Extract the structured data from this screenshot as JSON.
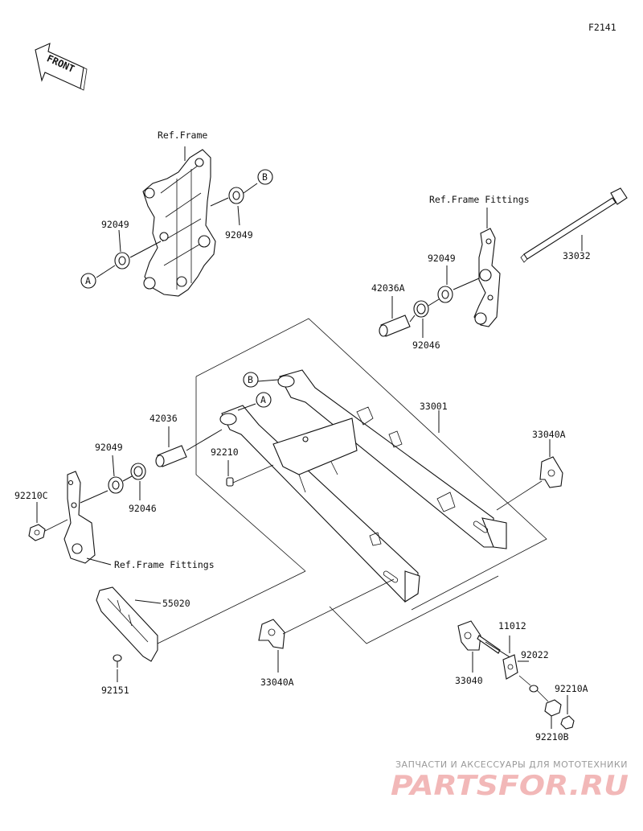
{
  "diagram_code": "F2141",
  "front_label": "FRONT",
  "labels": {
    "ref_frame": "Ref.Frame",
    "ref_frame_fittings_top": "Ref.Frame Fittings",
    "ref_frame_fittings_left": "Ref.Frame Fittings",
    "p92049_a": "92049",
    "p92049_b": "92049",
    "p92049_c": "92049",
    "p92049_d": "92049",
    "p33032": "33032",
    "p42036a": "42036A",
    "p92046_a": "92046",
    "p92046_b": "92046",
    "p33001": "33001",
    "p33040a_right": "33040A",
    "p33040a_bottom": "33040A",
    "p42036": "42036",
    "p92210": "92210",
    "p92210c": "92210C",
    "p55020": "55020",
    "p92151": "92151",
    "p11012": "11012",
    "p92022": "92022",
    "p33040": "33040",
    "p92210a": "92210A",
    "p92210b": "92210B"
  },
  "callouts": {
    "a_top": "A",
    "b_top": "B",
    "a_bottom": "A",
    "b_bottom": "B"
  },
  "watermark": {
    "tagline": "ЗАПЧАСТИ И АКСЕССУАРЫ ДЛЯ МОТОТЕХНИКИ",
    "logo": "PARTSFOR.RU"
  }
}
